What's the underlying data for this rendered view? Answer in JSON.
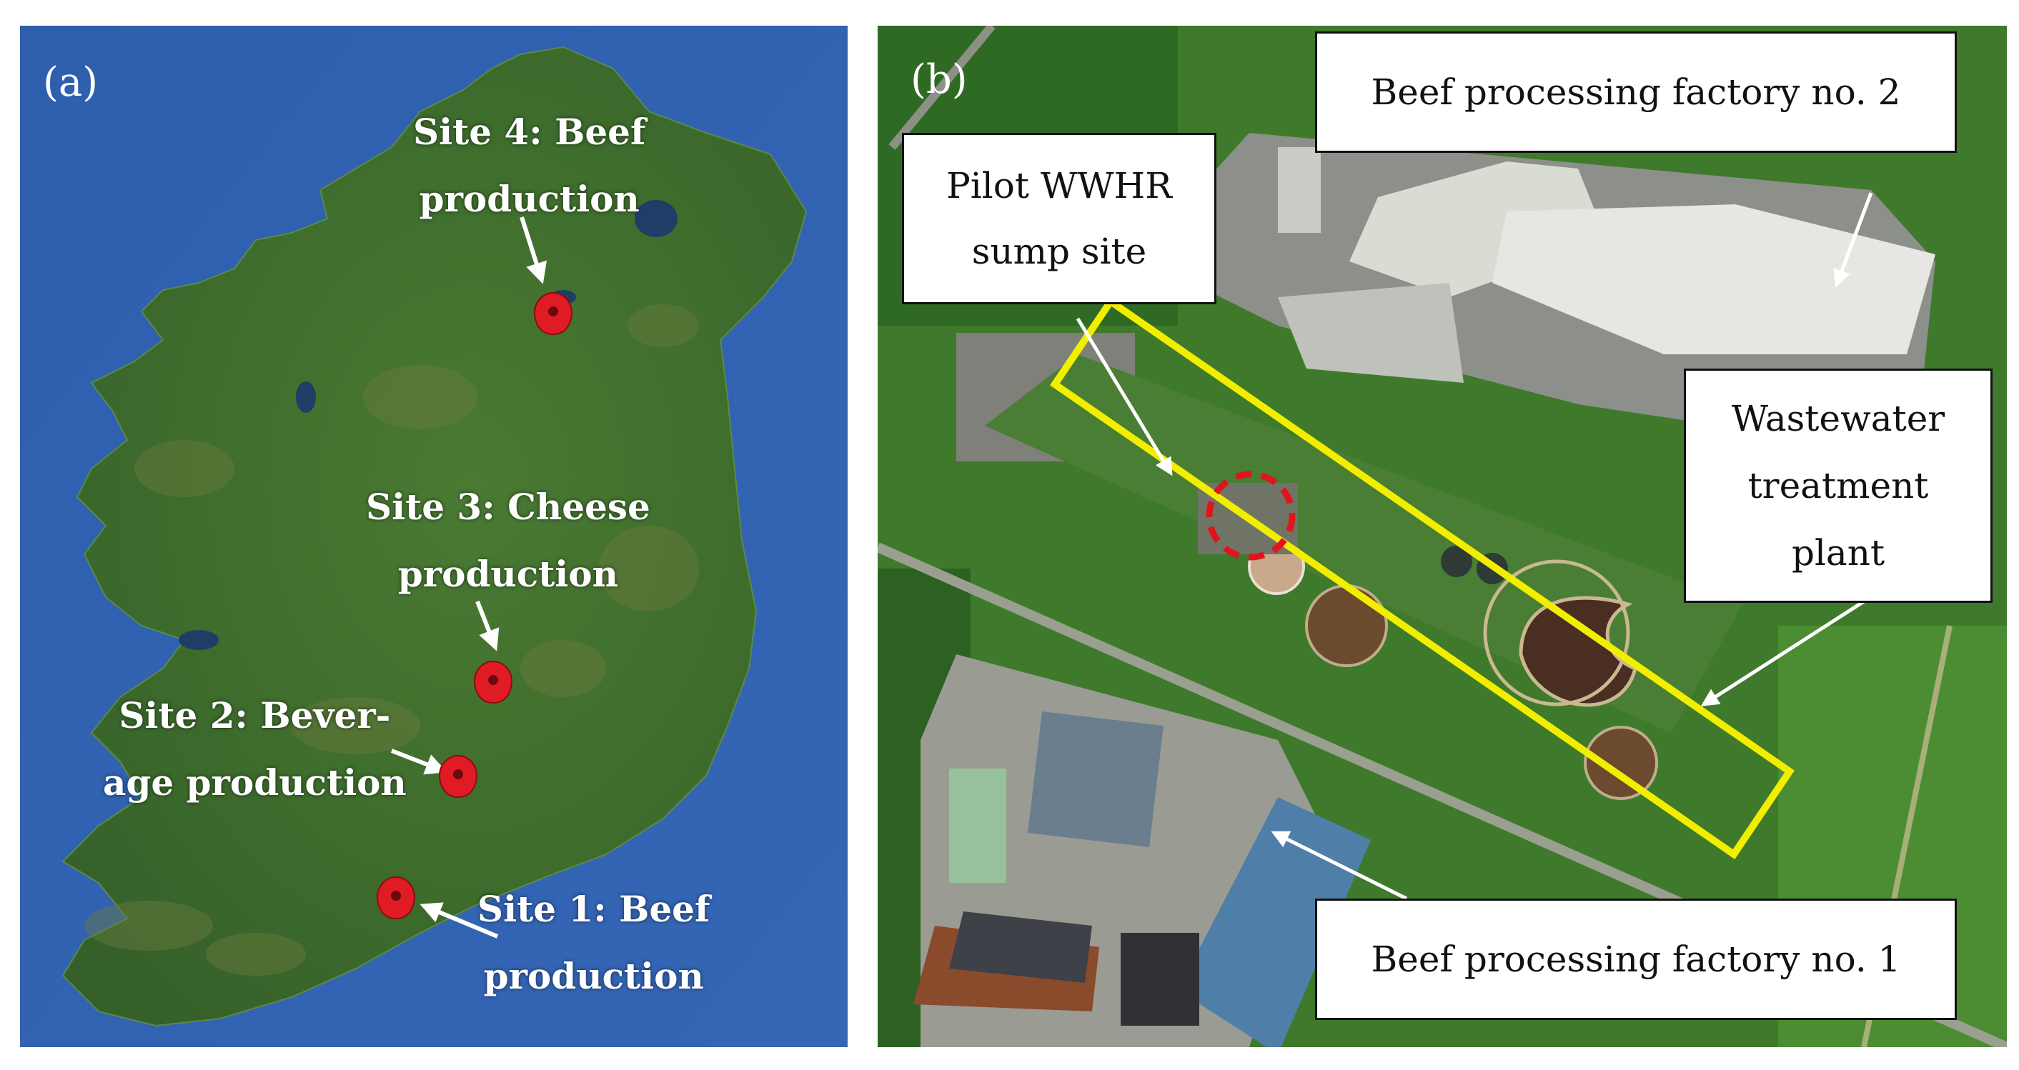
{
  "panel_a": {
    "letter": "(a)",
    "sites": [
      {
        "line1": "Site 4: Beef",
        "line2": "production"
      },
      {
        "line1": "Site 3: Cheese",
        "line2": "production"
      },
      {
        "line1": "Site 2: Bever-",
        "line2": "age production"
      },
      {
        "line1": "Site 1: Beef",
        "line2": "production"
      }
    ],
    "colors": {
      "sea": "#2f5aa8",
      "land": "#3d6b2c",
      "marker": "#e01b24",
      "text": "#ffffff"
    }
  },
  "panel_b": {
    "letter": "(b)",
    "callouts": {
      "factory2": "Beef processing factory no. 2",
      "pilot_line1": "Pilot WWHR",
      "pilot_line2": "sump site",
      "wwtp_line1": "Wastewater",
      "wwtp_line2": "treatment",
      "wwtp_line3": "plant",
      "factory1": "Beef processing factory no. 1"
    },
    "colors": {
      "highlight_box": "#f2ee00",
      "sump_circle": "#e0151b"
    }
  }
}
